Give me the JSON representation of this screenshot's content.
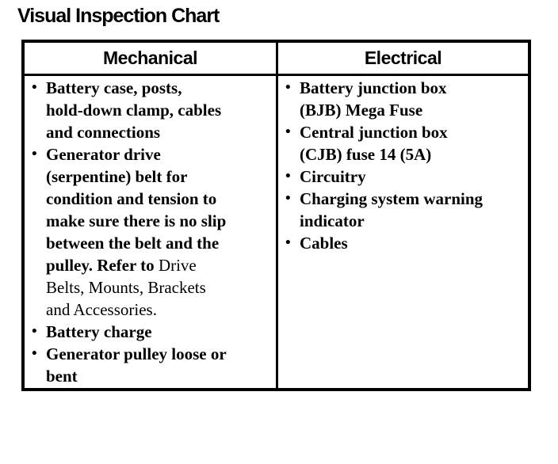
{
  "title": "Visual Inspection Chart",
  "bullet_char": "•",
  "colors": {
    "text": "#000000",
    "background": "#ffffff",
    "border": "#000000"
  },
  "table": {
    "columns": [
      {
        "header": "Mechanical",
        "items": [
          {
            "text": "Battery case, posts,\nhold-down clamp, cables\nand connections"
          },
          {
            "text": "Generator drive\n(serpentine) belt for\ncondition and tension to\nmake sure there is no slip\nbetween the belt and the\npulley. Refer to ",
            "ref": "Drive\nBelts, Mounts, Brackets\nand Accessories."
          },
          {
            "text": "Battery charge"
          },
          {
            "text": "Generator pulley loose or\nbent"
          }
        ]
      },
      {
        "header": "Electrical",
        "items": [
          {
            "text": "Battery junction box\n(BJB) Mega Fuse"
          },
          {
            "text": "Central junction box\n(CJB) fuse 14 (5A)"
          },
          {
            "text": "Circuitry"
          },
          {
            "text": "Charging system warning\nindicator"
          },
          {
            "text": "Cables"
          }
        ]
      }
    ]
  }
}
